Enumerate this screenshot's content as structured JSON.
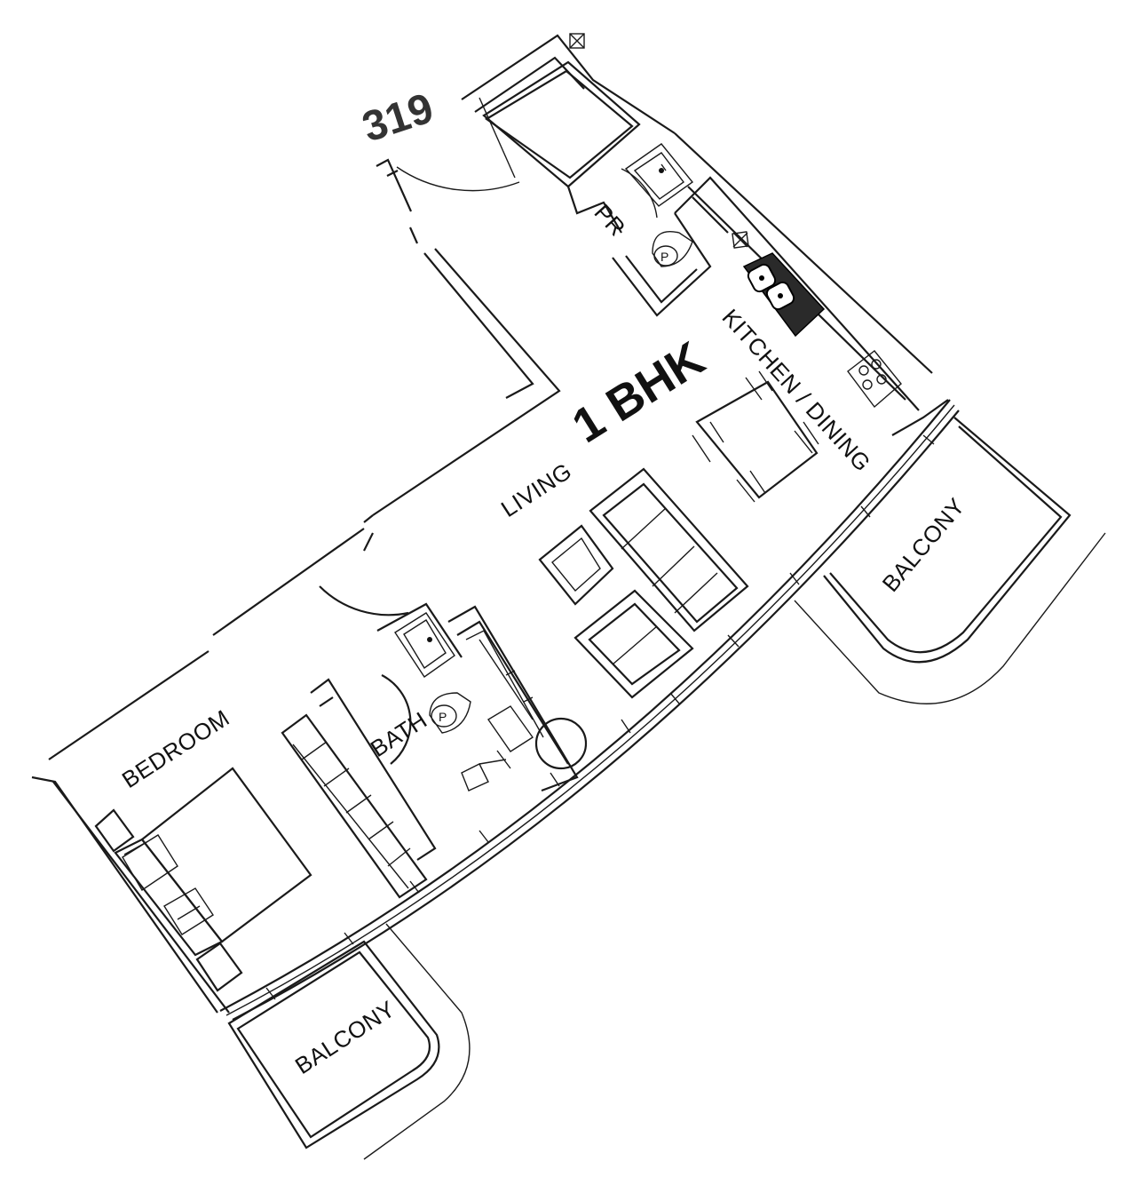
{
  "unit_number": "319",
  "unit_type": "1 BHK",
  "rooms": {
    "powder_room": "PR",
    "kitchen_dining": "KITCHEN / DINING",
    "living": "LIVING",
    "bedroom": "BEDROOM",
    "bath": "BATH",
    "balcony_right": "BALCONY",
    "balcony_bottom": "BALCONY"
  },
  "fixtures": {
    "toilet_symbol": "P"
  }
}
